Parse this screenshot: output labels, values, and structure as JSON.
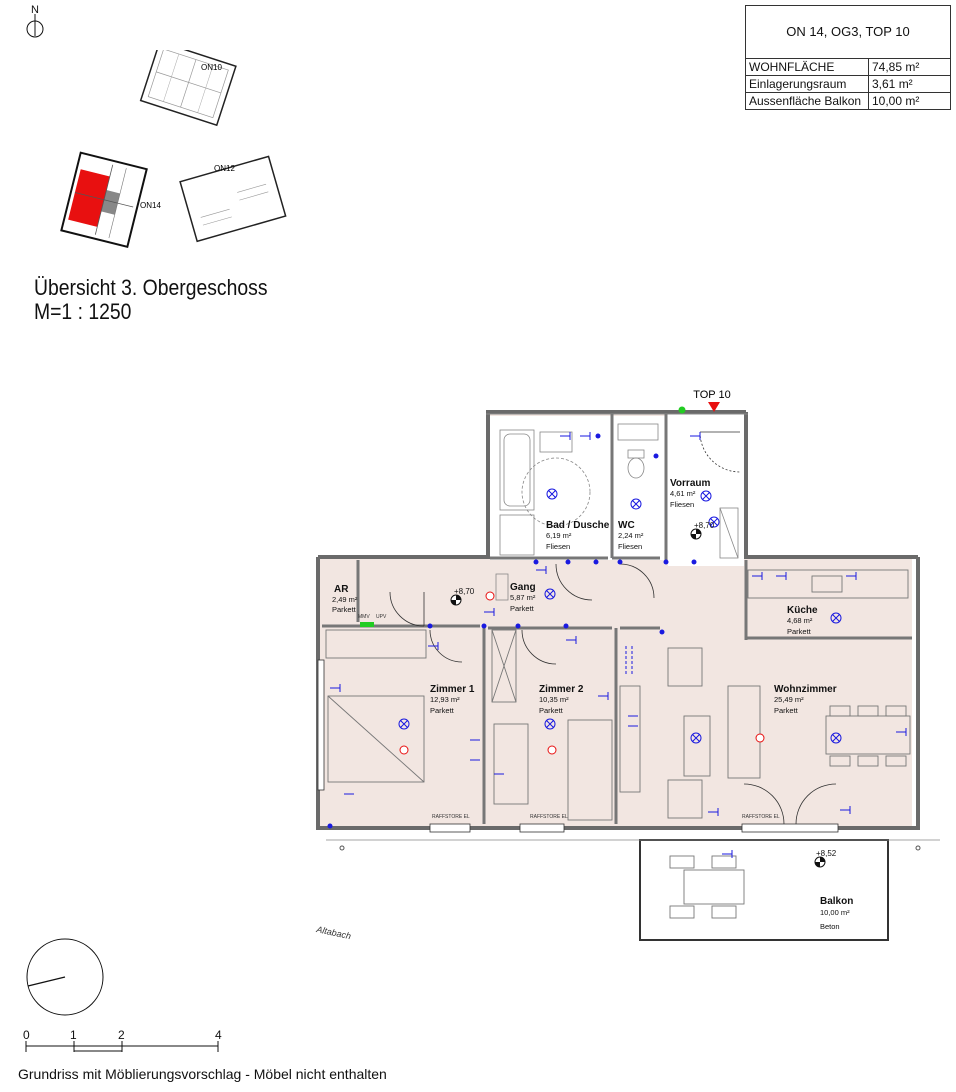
{
  "compass": {
    "north_label": "N"
  },
  "info_table": {
    "header": "ON 14, OG3, TOP 10",
    "rows": [
      {
        "label": "WOHNFLÄCHE",
        "value": "74,85 m²"
      },
      {
        "label": "Einlagerungsraum",
        "value": "3,61 m²"
      },
      {
        "label": "Aussenfläche Balkon",
        "value": "10,00 m²"
      }
    ]
  },
  "overview": {
    "title_line1": "Übersicht 3. Obergeschoss",
    "title_line2": "M=1 : 1250",
    "buildings": [
      "ON10",
      "ON12",
      "ON14"
    ]
  },
  "floorplan": {
    "unit_label": "TOP 10",
    "entrance_height": "+8,70",
    "rooms": [
      {
        "name": "AR",
        "area": "2,49 m²",
        "floor": "Parkett"
      },
      {
        "name": "Gang",
        "area": "5,87 m²",
        "floor": "Parkett"
      },
      {
        "name": "Bad / Dusche",
        "area": "6,19 m²",
        "floor": "Fliesen"
      },
      {
        "name": "WC",
        "area": "2,24 m²",
        "floor": "Fliesen"
      },
      {
        "name": "Vorraum",
        "area": "4,61 m²",
        "floor": "Fliesen"
      },
      {
        "name": "Küche",
        "area": "4,68 m²",
        "floor": "Parkett"
      },
      {
        "name": "Zimmer 1",
        "area": "12,93 m²",
        "floor": "Parkett"
      },
      {
        "name": "Zimmer 2",
        "area": "10,35 m²",
        "floor": "Parkett"
      },
      {
        "name": "Wohnzimmer",
        "area": "25,49 m²",
        "floor": "Parkett"
      },
      {
        "name": "Balkon",
        "area": "10,00 m²",
        "floor": "Beton"
      }
    ],
    "levels": [
      "+8,70",
      "+8,70",
      "+8,52"
    ],
    "small_labels": {
      "mmv": "MMV",
      "upv": "UPV",
      "raffstore": "RAFFSTORE EL",
      "street": "Altabach"
    }
  },
  "scale_bar": {
    "ticks": [
      "0",
      "1",
      "2",
      "4"
    ]
  },
  "caption": "Grundriss mit Möblierungsvorschlag - Möbel nicht enthalten",
  "colors": {
    "floor": "#f2e6e1",
    "highlight": "#e81010",
    "electrical": "#1a1ae0",
    "wall": "#6a6a6a"
  }
}
